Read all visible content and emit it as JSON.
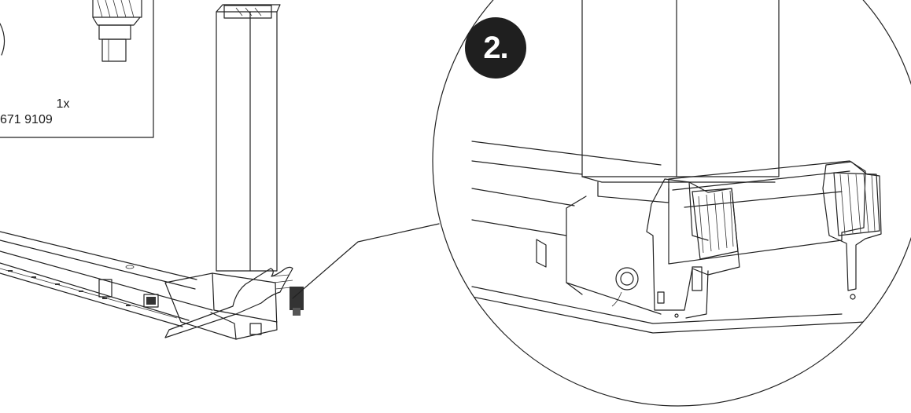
{
  "parts_box": {
    "quantity": "1x",
    "part_number": "671 9109"
  },
  "detail": {
    "step_label": "2."
  },
  "colors": {
    "ink": "#222222",
    "badge": "#1f1f1f",
    "clip_fill": "#c8c8c8",
    "hand_fill": "#f4f4f4"
  }
}
